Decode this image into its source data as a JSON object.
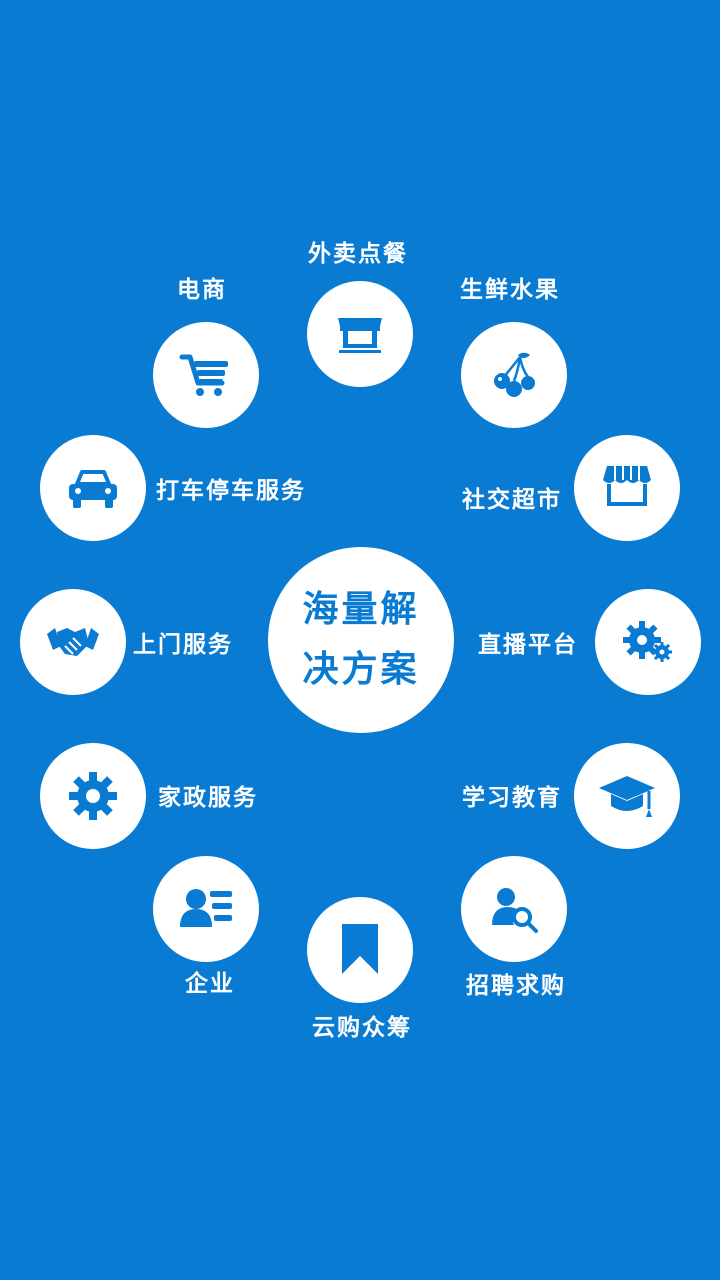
{
  "center": {
    "line1": "海量解",
    "line2": "决方案"
  },
  "services": {
    "takeout": "外卖点餐",
    "ecommerce": "电商",
    "fresh_fruit": "生鲜水果",
    "taxi_parking": "打车停车服务",
    "social_market": "社交超市",
    "home_service": "上门服务",
    "live_platform": "直播平台",
    "housekeeping": "家政服务",
    "education": "学习教育",
    "enterprise": "企业",
    "recruitment": "招聘求购",
    "crowdfunding": "云购众筹"
  },
  "colors": {
    "background": "#0a7bd3",
    "circle": "#ffffff",
    "icon": "#0a7bd3"
  }
}
